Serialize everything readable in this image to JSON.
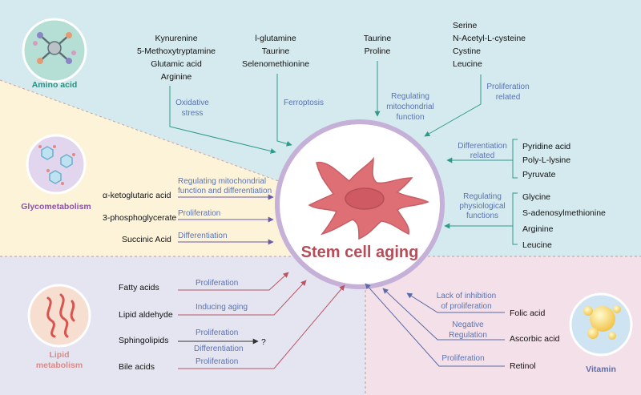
{
  "center": {
    "title": "Stem cell aging"
  },
  "colors": {
    "amino_bg": "#d4eaee",
    "glyco_bg": "#fdf3d9",
    "lipid_bg": "#e4e5f0",
    "vitamin_bg": "#f3e0e8",
    "amino_label": "#2e8c7f",
    "glyco_label": "#8a52a8",
    "lipid_label": "#d98a8a",
    "vitamin_label": "#5a6fb0",
    "arrow_teal": "#2e9a8a",
    "arrow_purple": "#6b5aa8",
    "arrow_red": "#b85565",
    "arrow_blue": "#5a6aa8",
    "effect_text": "#5a73b3",
    "ring": "#c5b0d8",
    "cell": "#dd6f75"
  },
  "categories": {
    "amino_acid": {
      "label": "Amino acid",
      "icon": "molecule-icon"
    },
    "glycometabolism": {
      "label": "Glycometabolism",
      "icon": "hexagon-molecules-icon"
    },
    "lipid_metabolism": {
      "label_line1": "Lipid",
      "label_line2": "metabolism",
      "icon": "lipid-droplet-icon"
    },
    "vitamin": {
      "label": "Vitamin",
      "icon": "bubbles-icon"
    }
  },
  "amino_groups": {
    "group1": {
      "items": [
        "Kynurenine",
        "5-Methoxytryptamine",
        "Glutamic acid",
        "Arginine"
      ],
      "effect_line1": "Oxidative",
      "effect_line2": "stress"
    },
    "group2": {
      "items": [
        "l-glutamine",
        "Taurine",
        "Selenomethionine"
      ],
      "effect": "Ferroptosis"
    },
    "group3": {
      "items": [
        "Taurine",
        "Proline"
      ],
      "effect_line1": "Regulating",
      "effect_line2": "mitochondrial",
      "effect_line3": "function"
    },
    "group4": {
      "items": [
        "Serine",
        "N-Acetyl-L-cysteine",
        "Cystine",
        "Leucine"
      ],
      "effect_line1": "Proliferation",
      "effect_line2": "related"
    },
    "group5": {
      "items": [
        "Pyridine acid",
        "Poly-L-lysine",
        "Pyruvate"
      ],
      "effect_line1": "Differentiation",
      "effect_line2": "related"
    },
    "group6": {
      "items": [
        "Glycine",
        "S-adenosylmethionine",
        "Arginine",
        "Leucine"
      ],
      "effect_line1": "Regulating",
      "effect_line2": "physiological",
      "effect_line3": "functions"
    }
  },
  "glyco_rows": [
    {
      "metabolite": "α-ketoglutaric acid",
      "effect_line1": "Regulating mitochondrial",
      "effect_line2": "function and differentiation"
    },
    {
      "metabolite": "3-phosphoglycerate",
      "effect": "Proliferation"
    },
    {
      "metabolite": "Succinic Acid",
      "effect": "Differentiation"
    }
  ],
  "lipid_rows": [
    {
      "metabolite": "Fatty acids",
      "effect": "Proliferation"
    },
    {
      "metabolite": "Lipid aldehyde",
      "effect": "Inducing aging"
    },
    {
      "metabolite": "Sphingolipids",
      "effect_line1": "Proliferation",
      "effect_line2": "Differentiation",
      "outcome": "?"
    },
    {
      "metabolite": "Bile acids",
      "effect": "Proliferation"
    }
  ],
  "vitamin_rows": [
    {
      "metabolite": "Folic acid",
      "effect_line1": "Lack of inhibition",
      "effect_line2": "of proliferation"
    },
    {
      "metabolite": "Ascorbic acid",
      "effect_line1": "Negative",
      "effect_line2": "Regulation"
    },
    {
      "metabolite": "Retinol",
      "effect": "Proliferation"
    }
  ]
}
